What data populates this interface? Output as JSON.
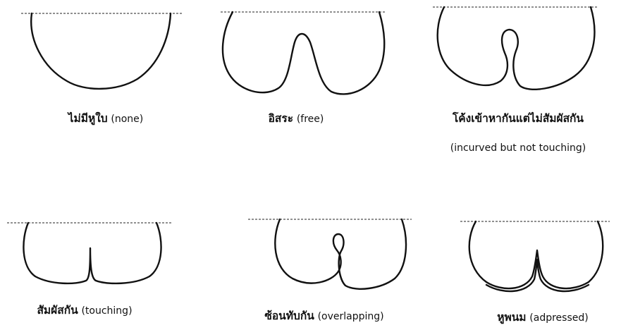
{
  "leaf_base_types": [
    {
      "thai": "ไม่มีหูใบ",
      "english": "(none)"
    },
    {
      "thai": "อิสระ",
      "english": "(free)"
    },
    {
      "thai": "โค้งเข้าหากันแต่ไม่สัมผัสกัน",
      "english": "(incurved but not touching)"
    },
    {
      "thai": "สัมผัสกัน",
      "english": "(touching)"
    },
    {
      "thai": "ซ้อนทับกัน",
      "english": "(overlapping)"
    },
    {
      "thai": "หูพนม",
      "english": "(adpressed)"
    }
  ]
}
